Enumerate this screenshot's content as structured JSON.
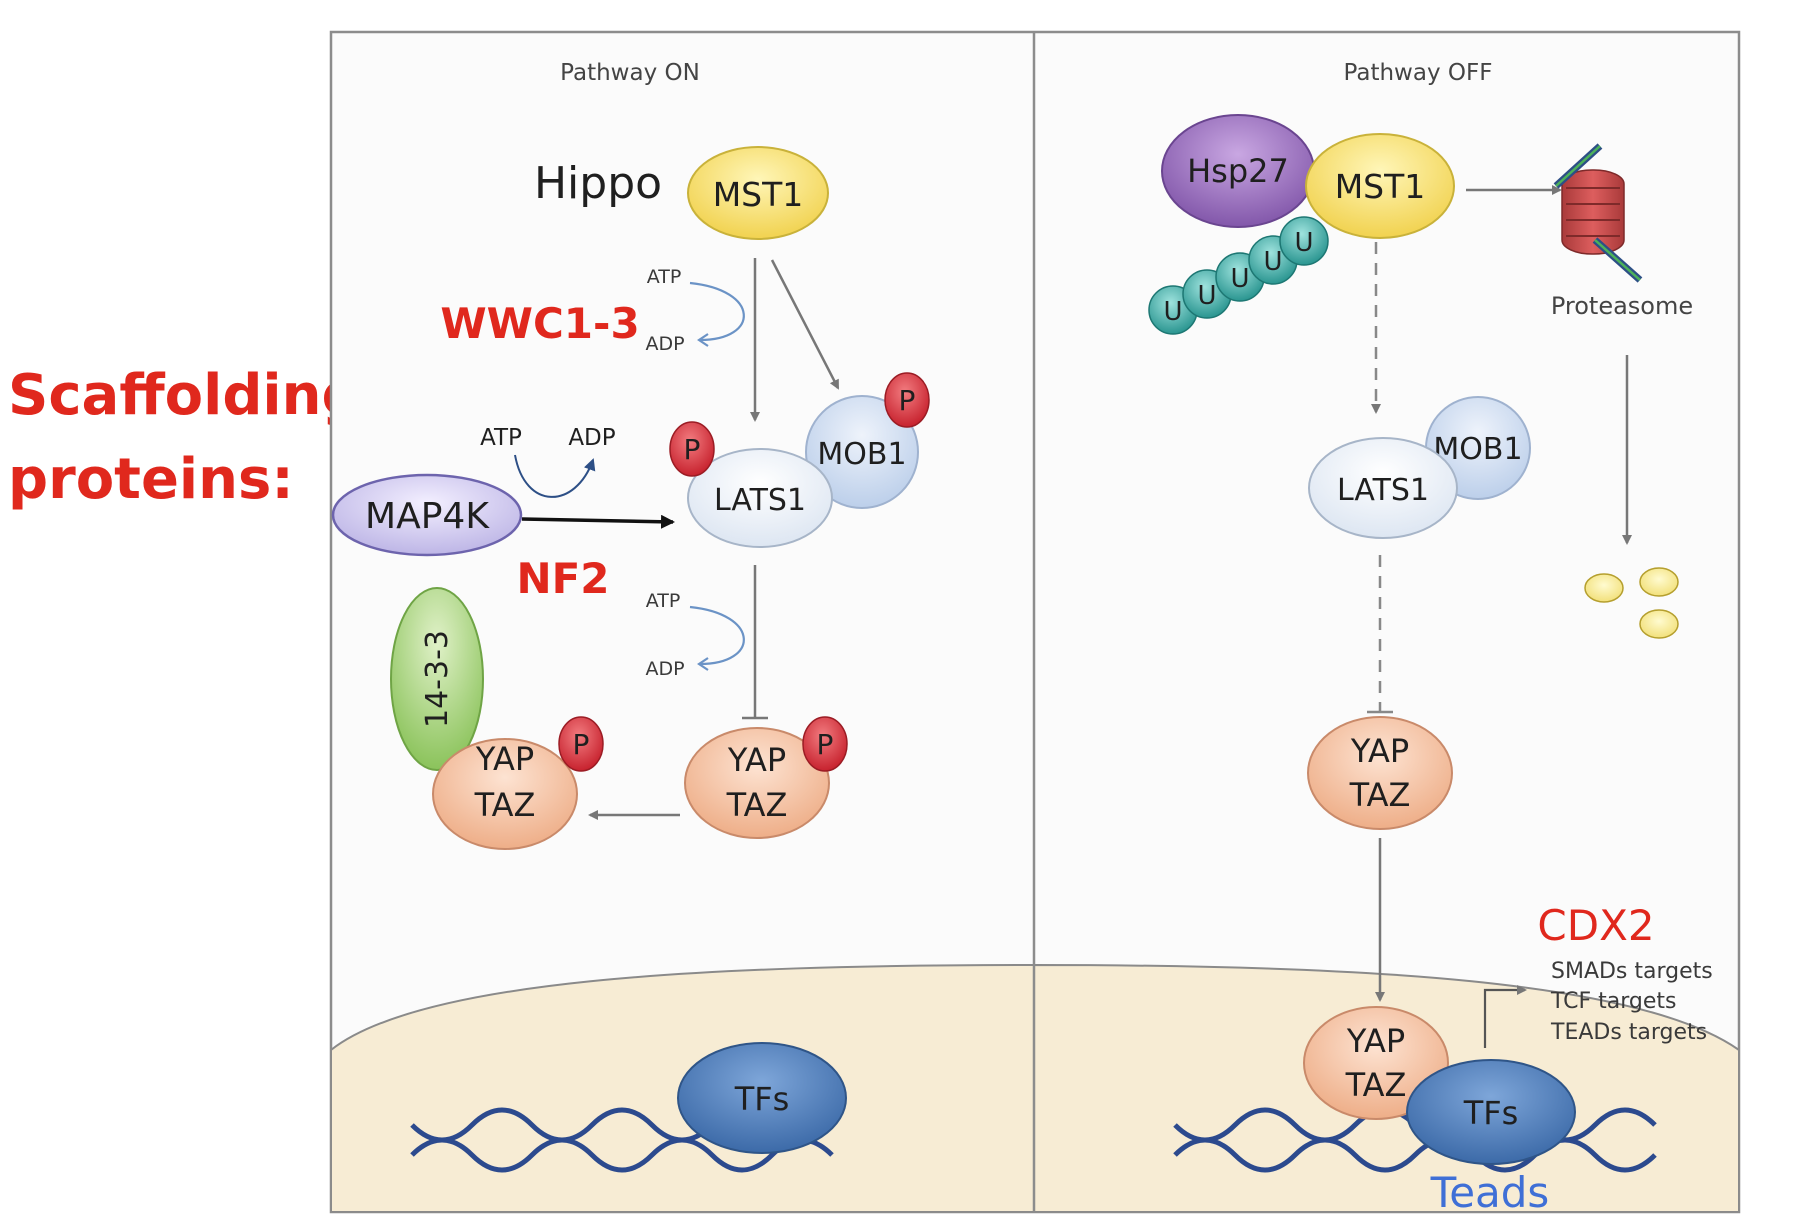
{
  "side_label": {
    "line1": "Scaffolding",
    "line2": "proteins:"
  },
  "panels": {
    "on": {
      "title": "Pathway ON"
    },
    "off": {
      "title": "Pathway OFF"
    }
  },
  "on": {
    "hippo": "Hippo",
    "mst1": "MST1",
    "wwc": "WWC1-3",
    "atp": "ATP",
    "adp": "ADP",
    "map4k": "MAP4K",
    "nf2": "NF2",
    "lats1": "LATS1",
    "mob1": "MOB1",
    "p": "P",
    "yap": "YAP",
    "taz": "TAZ",
    "fourteen33": "14-3-3",
    "tfs": "TFs"
  },
  "off": {
    "hsp27": "Hsp27",
    "mst1": "MST1",
    "u": "U",
    "proteasome": "Proteasome",
    "lats1": "LATS1",
    "mob1": "MOB1",
    "yap": "YAP",
    "taz": "TAZ",
    "cdx2": "CDX2",
    "targets": [
      "SMADs targets",
      "TCF targets",
      "TEADs targets"
    ],
    "tfs": "TFs",
    "teads": "Teads"
  },
  "colors": {
    "accent_red": "#e0281d",
    "teads_blue": "#3f6fd6",
    "nucleus": "#f7ecd4",
    "mst1_yellow": "#f5dc6a",
    "lats_blue": "#e8eef6",
    "mob1_blue": "#cddbf0",
    "p_red": "#d9343f",
    "yap_salmon": "#f3c1a2",
    "tfs_blue": "#4e7fbf",
    "green_1433": "#a9d47e",
    "hsp27_purple": "#9b70bf",
    "ubiquitin_teal": "#3aa7a3",
    "dna_navy": "#2c4a8e"
  }
}
